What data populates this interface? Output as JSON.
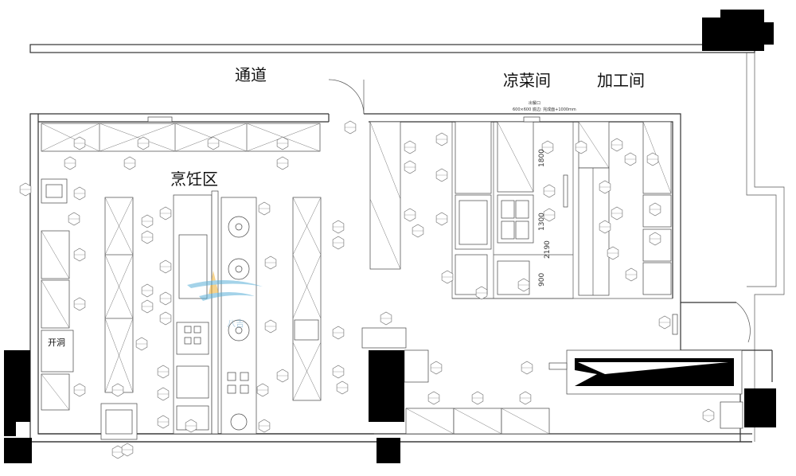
{
  "labels": {
    "corridor": "通道",
    "cold_room": "凉菜间",
    "prep_room": "加工间",
    "cooking_area": "烹饪区",
    "opening": "开洞",
    "window_title": "出餐口",
    "window_spec": "600×600 底边: 完成面+1000mm",
    "watermark": "八吉"
  },
  "dimensions": [
    "1800",
    "1300",
    "2190",
    "900"
  ]
}
